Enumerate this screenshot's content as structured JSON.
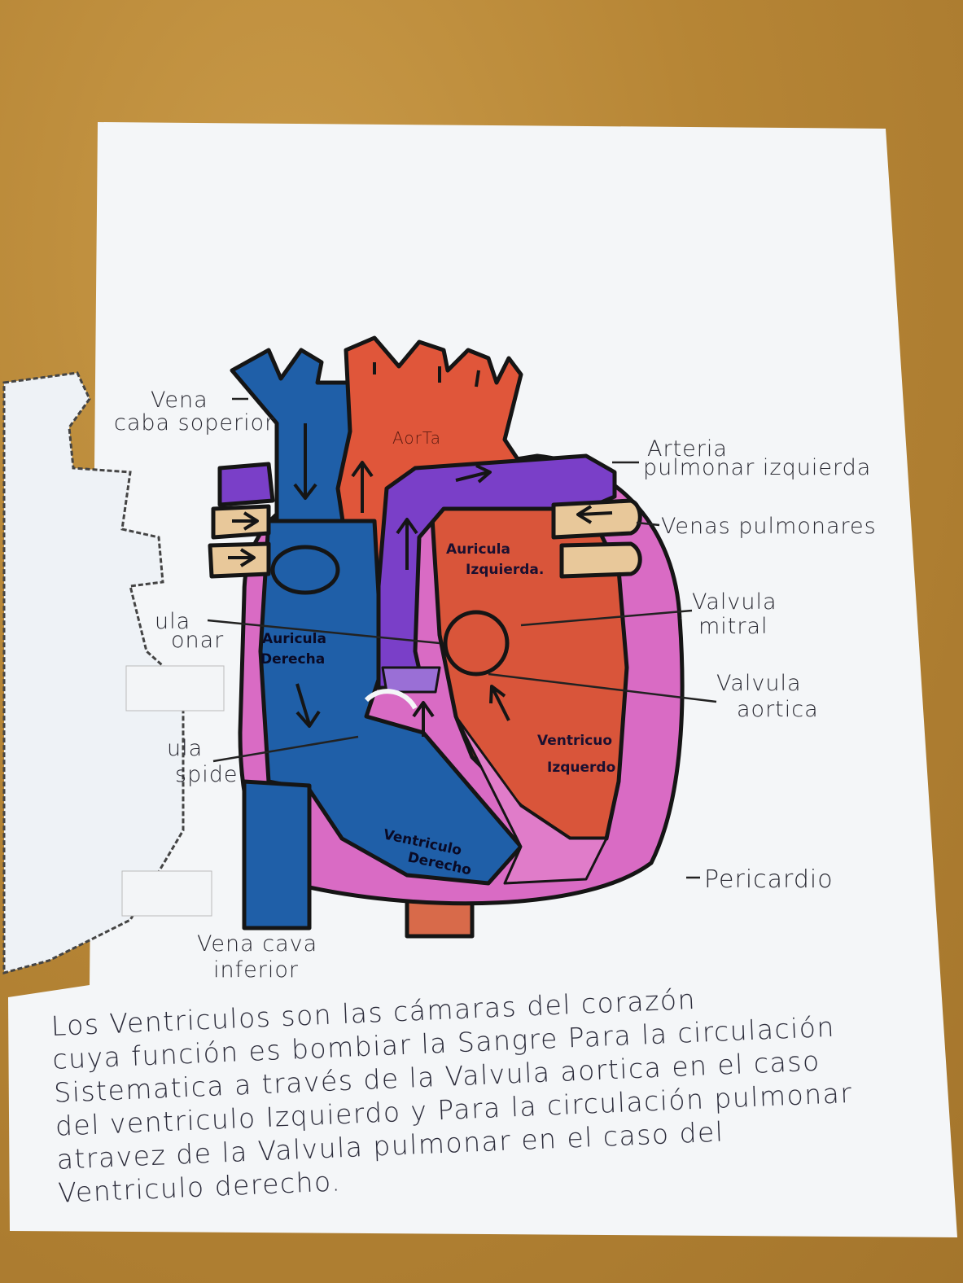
{
  "labels": {
    "vena_cava_superior": [
      "Vena",
      "caba soperior"
    ],
    "aorta": "AorTa",
    "arteria_pulmonar_izquierda": [
      "Arteria",
      "pulmonar izquierda"
    ],
    "venas_pulmonares": "Venas pulmonares",
    "auricula_izquierda": [
      "Auricula",
      "Izquierda."
    ],
    "valvula_mitral": [
      "Valvula",
      "mitral"
    ],
    "valvula_pulmonar": [
      "ula",
      "onar"
    ],
    "auricula_derecha": [
      "Auricula",
      "Derecha"
    ],
    "valvula_aortica": [
      "Valvula",
      "aortica"
    ],
    "ventriculo_izquierdo": [
      "Ventricuo",
      "Izquerdo"
    ],
    "valvula_tricuspide": [
      "ula",
      "spide"
    ],
    "ventriculo_derecho": [
      "Ventriculo",
      "Derecho"
    ],
    "pericardio": "Pericardio",
    "vena_cava_inferior": [
      "Vena cava",
      "inferior"
    ]
  },
  "paragraph": [
    "Los Ventriculos son las cámaras del corazón",
    "cuya función es bombiar la Sangre Para la circulación",
    "Sistematica a través de la Valvula aortica en el caso",
    "del ventriculo Izquierdo y Para la circulación pulmonar",
    "atravez de la Valvula pulmonar en el caso del",
    "Ventriculo derecho."
  ],
  "colors": {
    "vein_blue": "#1f5fa8",
    "artery_red": "#d9553a",
    "pulmonary_purple": "#7a3fc8",
    "pericardium_pink": "#d867c0",
    "tan_vessel": "#e8c89a",
    "paper": "#f5f7f9",
    "table": "#b68535"
  }
}
